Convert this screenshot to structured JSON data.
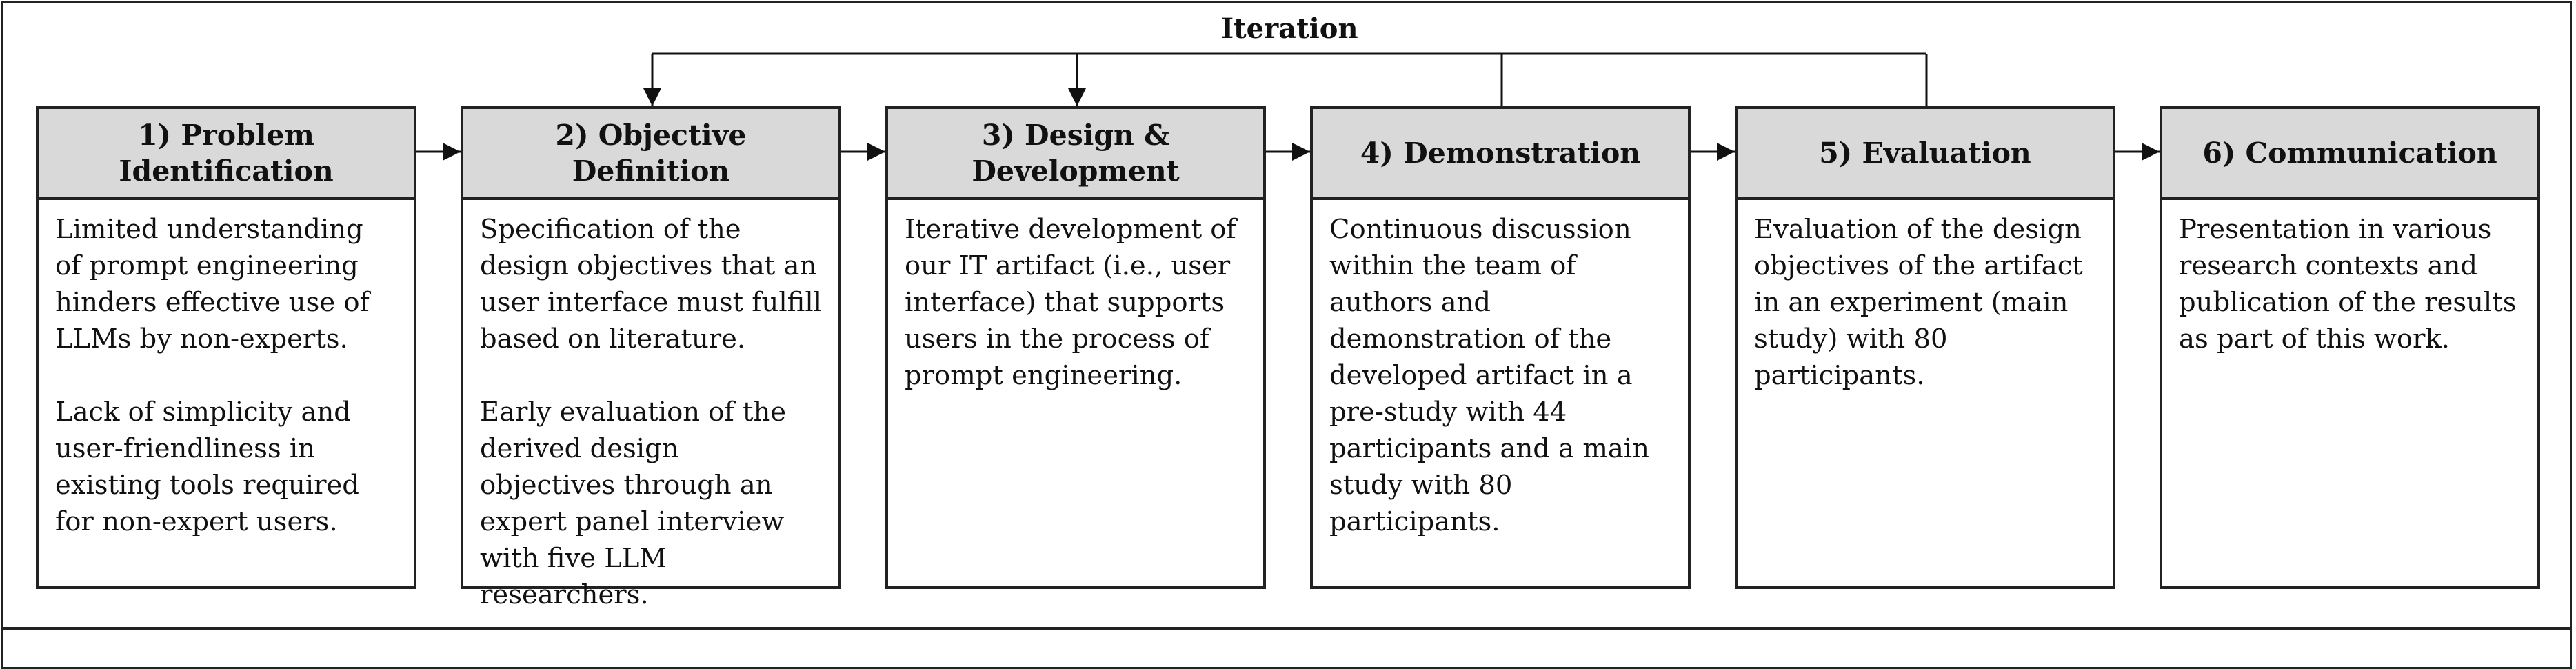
{
  "iteration": {
    "label": "Iteration"
  },
  "steps": [
    {
      "title": "1) Problem Identification",
      "paragraphs": [
        "Limited understanding of prompt engineering hinders effective use of LLMs by non-experts.",
        "Lack of simplicity and user-friendliness in existing tools required for non-expert users."
      ]
    },
    {
      "title": "2) Objective Definition",
      "paragraphs": [
        "Specification of the design objectives that an user interface must fulfill based on literature.",
        "Early evaluation of the derived design objectives through an expert panel interview with five LLM researchers."
      ]
    },
    {
      "title": "3) Design & Development",
      "paragraphs": [
        "Iterative development of our IT artifact (i.e., user interface) that supports users in the process of prompt engineering."
      ]
    },
    {
      "title": "4) Demonstration",
      "paragraphs": [
        "Continuous discussion within the team of authors and demonstration of the developed artifact in a pre-study with 44 participants and a main study with 80 participants."
      ]
    },
    {
      "title": "5) Evaluation",
      "paragraphs": [
        "Evaluation of the design objectives of the artifact in an experiment (main study) with 80 participants."
      ]
    },
    {
      "title": "6) Communication",
      "paragraphs": [
        "Presentation in various research contexts and publication of the results as part of this work."
      ]
    }
  ]
}
